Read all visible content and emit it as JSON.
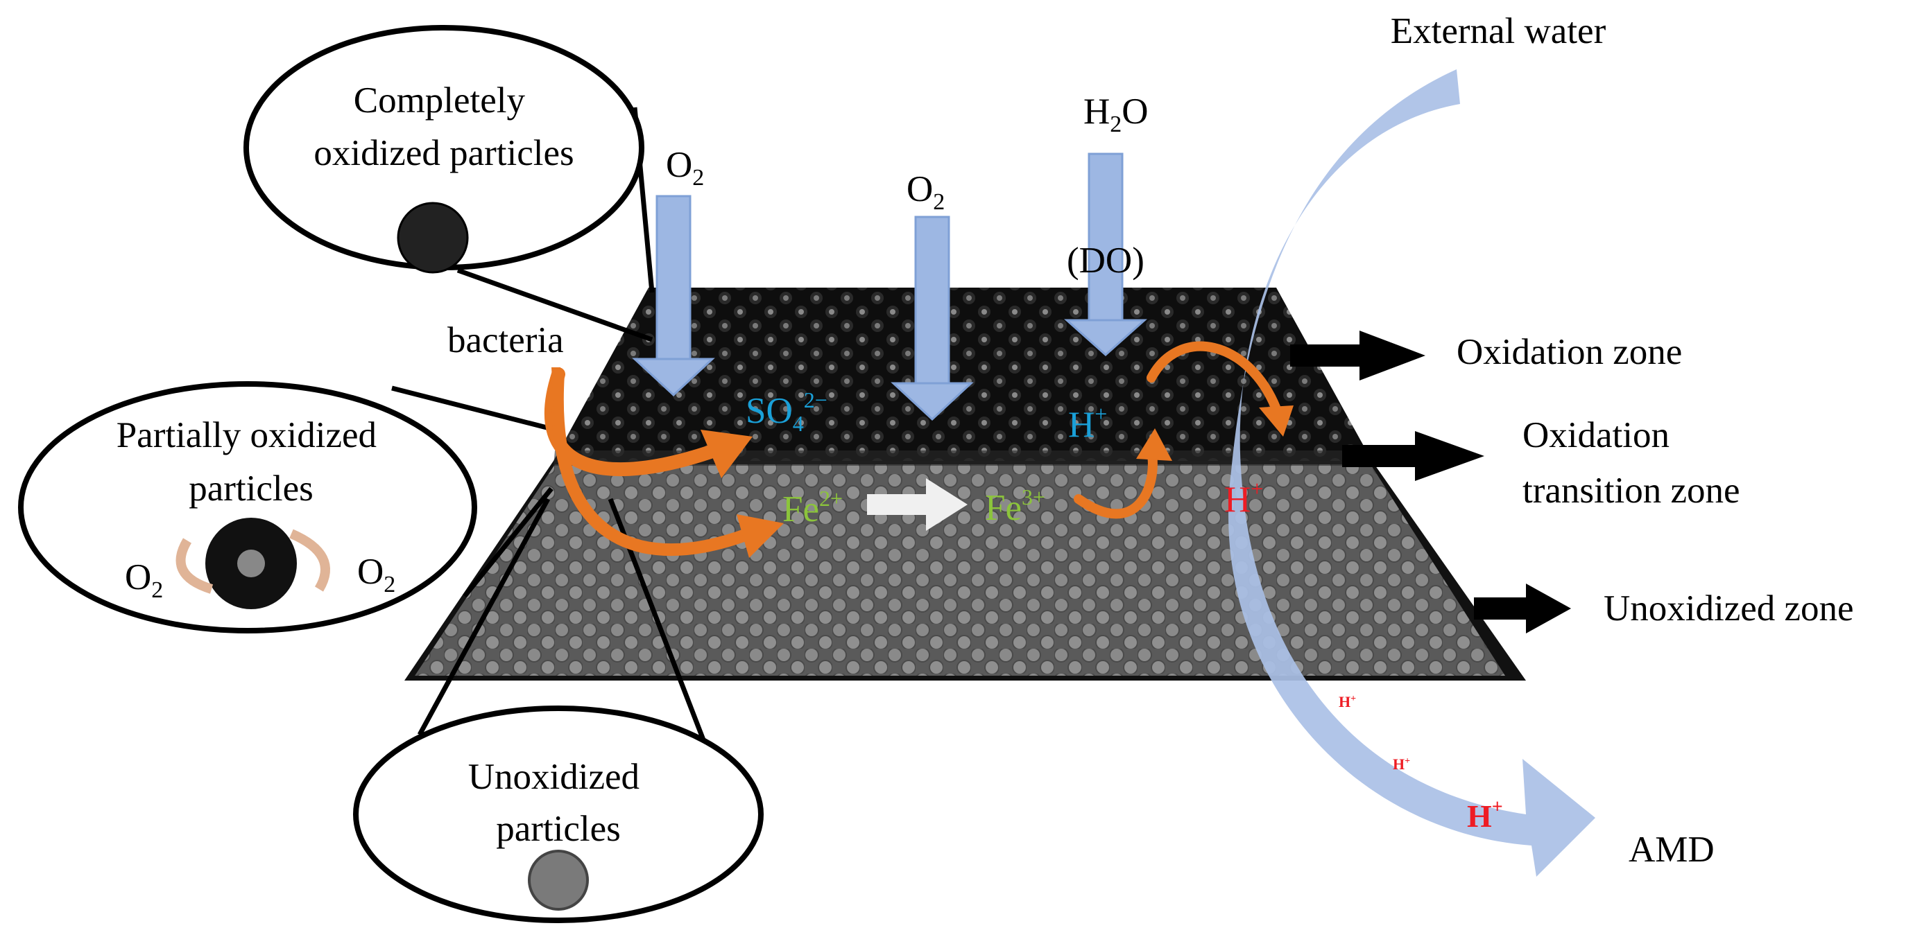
{
  "labels": {
    "external_water": "External water",
    "completely_oxidized": [
      "Completely",
      "oxidized particles"
    ],
    "partially_oxidized": [
      "Partially oxidized",
      "particles"
    ],
    "unoxidized_particles": [
      "Unoxidized",
      "particles"
    ],
    "bacteria": "bacteria",
    "o2": "O",
    "o2_sub": "2",
    "h2o_h": "H",
    "h2o_sub": "2",
    "h2o_o": "O",
    "do": "(DO)",
    "so4": "SO",
    "so4_sub": "4",
    "so4_sup": "2−",
    "fe": "Fe",
    "fe2_sup": "2+",
    "fe3_sup": "3+",
    "h": "H",
    "h_sup": "+",
    "amd": "AMD",
    "oxidation_zone": "Oxidation zone",
    "transition_zone": [
      "Oxidation",
      "transition zone"
    ],
    "unoxidized_zone": "Unoxidized zone"
  },
  "colors": {
    "oxidized_layer": "#111111",
    "unoxidized_layer": "#7d7d7d",
    "o2_arrow": "#9db7e3",
    "external_water_arrow": "#92a6c8",
    "reaction_arrow": "#e87722",
    "fe_arrow": "#f0f0f0",
    "so4_text": "#1aa0d8",
    "fe_text": "#8cc43c",
    "h_plus_text": "#ee1c24"
  }
}
